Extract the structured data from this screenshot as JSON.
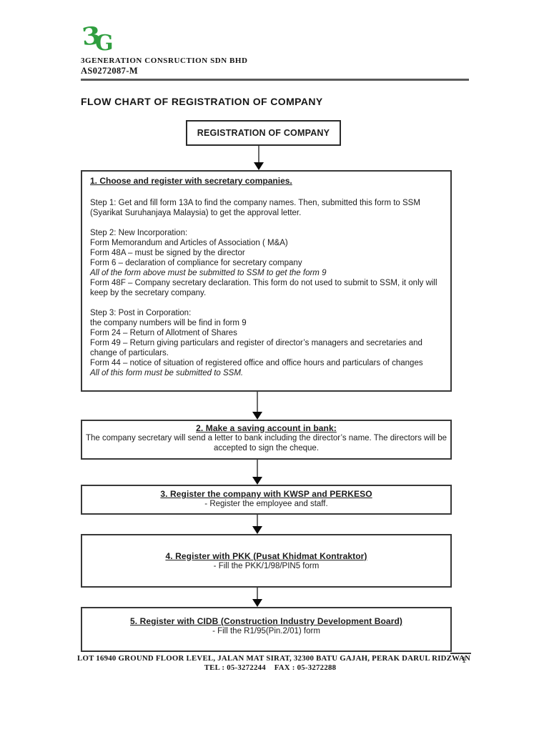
{
  "header": {
    "logo": {
      "char_top": "3",
      "char_bottom": "G",
      "color": "#2f9e3f"
    },
    "company_name": "3GENERATION CONSRUCTION SDN BHD",
    "company_reg_no": "AS0272087-M"
  },
  "title": "FLOW CHART OF REGISTRATION OF COMPANY",
  "flowchart": {
    "start": "REGISTRATION OF COMPANY",
    "step1": {
      "heading": "1. Choose and register with secretary companies.",
      "lines": [
        {
          "t": "Step 1: Get and fill form 13A to find the company names. Then, submitted this form to SSM (Syarikat Suruhanjaya Malaysia) to get the approval letter.",
          "s": "normal"
        },
        {
          "t": "",
          "s": "blank"
        },
        {
          "t": "Step 2: New Incorporation:",
          "s": "normal"
        },
        {
          "t": "Form Memorandum and Articles of Association ( M&A)",
          "s": "normal"
        },
        {
          "t": "Form 48A – must be signed by the director",
          "s": "normal"
        },
        {
          "t": "Form 6 – declaration of compliance for secretary company",
          "s": "normal"
        },
        {
          "t": "All of the form above must be submitted to SSM to get the form 9",
          "s": "italic"
        },
        {
          "t": "Form 48F – Company secretary declaration. This form do not used to submit to SSM, it only will keep by the secretary company.",
          "s": "normal"
        },
        {
          "t": "",
          "s": "blank"
        },
        {
          "t": "Step 3: Post in Corporation:",
          "s": "normal"
        },
        {
          "t": "the company numbers will be find in form 9",
          "s": "normal"
        },
        {
          "t": "Form 24 – Return of Allotment of Shares",
          "s": "normal"
        },
        {
          "t": "Form 49 – Return giving particulars and register of director’s managers and secretaries and change of particulars.",
          "s": "normal"
        },
        {
          "t": "Form 44 – notice of situation of registered office and office hours and particulars of changes",
          "s": "normal"
        },
        {
          "t": "All of this form must be submitted to SSM.",
          "s": "italic"
        }
      ]
    },
    "step2": {
      "heading": "2. Make a saving account in bank:",
      "body": "The company secretary will send a letter to bank including the director’s name. The directors will be accepted to sign the cheque."
    },
    "step3": {
      "heading": "3. Register the company with KWSP and PERKESO",
      "body": "- Register the employee and staff."
    },
    "step4": {
      "heading": "4. Register with PKK (Pusat Khidmat Kontraktor)",
      "body": "- Fill the PKK/1/98/PIN5 form"
    },
    "step5": {
      "heading": "5. Register with CIDB (Construction Industry Development Board)",
      "body": "- Fill the R1/95(Pin.2/01) form"
    }
  },
  "footer": {
    "address": "LOT 16940 GROUND FLOOR LEVEL, JALAN MAT SIRAT, 32300 BATU GAJAH, PERAK DARUL RIDZWAN",
    "contact": "TEL : 05-3272244    FAX : 05-3272288",
    "page_number": "1"
  }
}
